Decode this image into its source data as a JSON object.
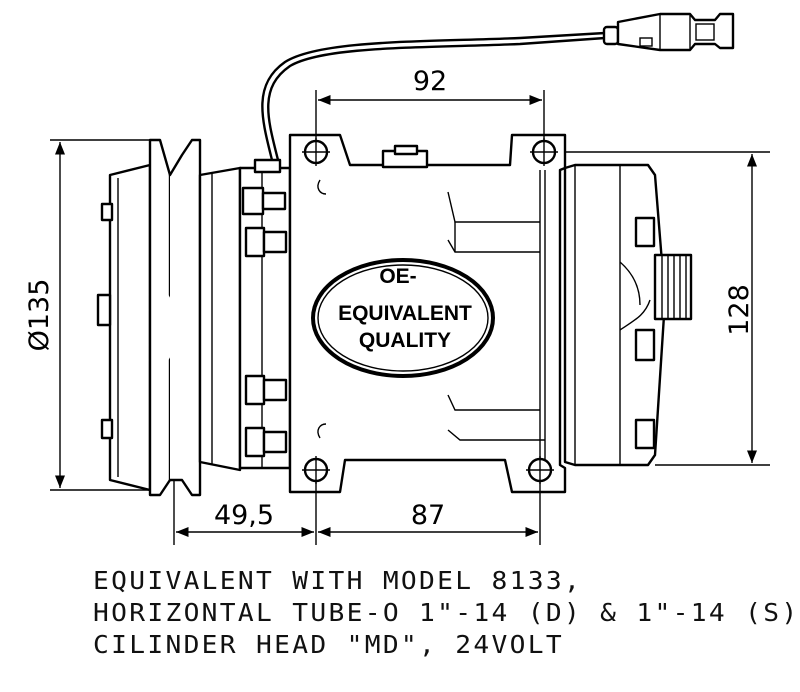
{
  "dimensions": {
    "top_width": "92",
    "diameter": "Ø135",
    "height": "128",
    "pulley_offset": "49,5",
    "mount_spacing": "87"
  },
  "badge": {
    "line1": "OE-",
    "line2": "EQUIVALENT",
    "line3": "QUALITY"
  },
  "caption": {
    "line1": "EQUIVALENT WITH MODEL 8133,",
    "line2": "HORIZONTAL TUBE-O 1\"-14 (D) & 1\"-14 (S)",
    "line3": "CILINDER HEAD \"MD\", 24VOLT"
  },
  "colors": {
    "line": "#000000",
    "background": "#ffffff"
  }
}
